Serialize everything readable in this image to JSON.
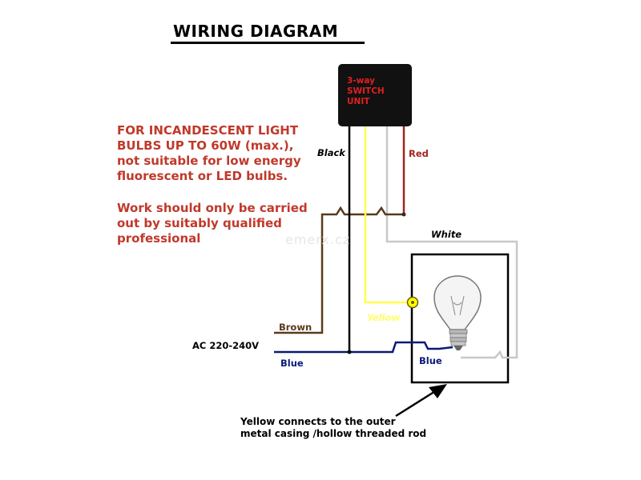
{
  "title": "WIRING DIAGRAM",
  "warning": {
    "lines": [
      "FOR INCANDESCENT  LIGHT",
      "BULBS UP TO 60W (max.),",
      "not suitable for low energy",
      "fluorescent or LED bulbs."
    ],
    "lines2": [
      "Work should only be carried",
      "out by suitably qualified",
      "professional"
    ]
  },
  "switch_unit": {
    "line1": "3-way",
    "line2": "SWITCH",
    "line3": "UNIT"
  },
  "wire_labels": {
    "black": "Black",
    "red": "Red",
    "white": "White",
    "yellow": "Yellow",
    "brown": "Brown",
    "blue_main": "Blue",
    "blue_lamp": "Blue"
  },
  "supply_label": "AC 220-240V",
  "watermark": "emerx.cz",
  "note": {
    "line1": "Yellow connects to the outer",
    "line2": "metal casing /hollow threaded rod"
  },
  "colors": {
    "title": "#000000",
    "warning_text": "#c0392b",
    "switch_box": "#111111",
    "switch_text": "#e02020",
    "wire_black": "#000000",
    "wire_yellow": "#ffff4d",
    "wire_red": "#a0261c",
    "wire_white": "#c8c8c8",
    "wire_brown": "#5a3a1a",
    "wire_blue": "#0a1a78"
  }
}
